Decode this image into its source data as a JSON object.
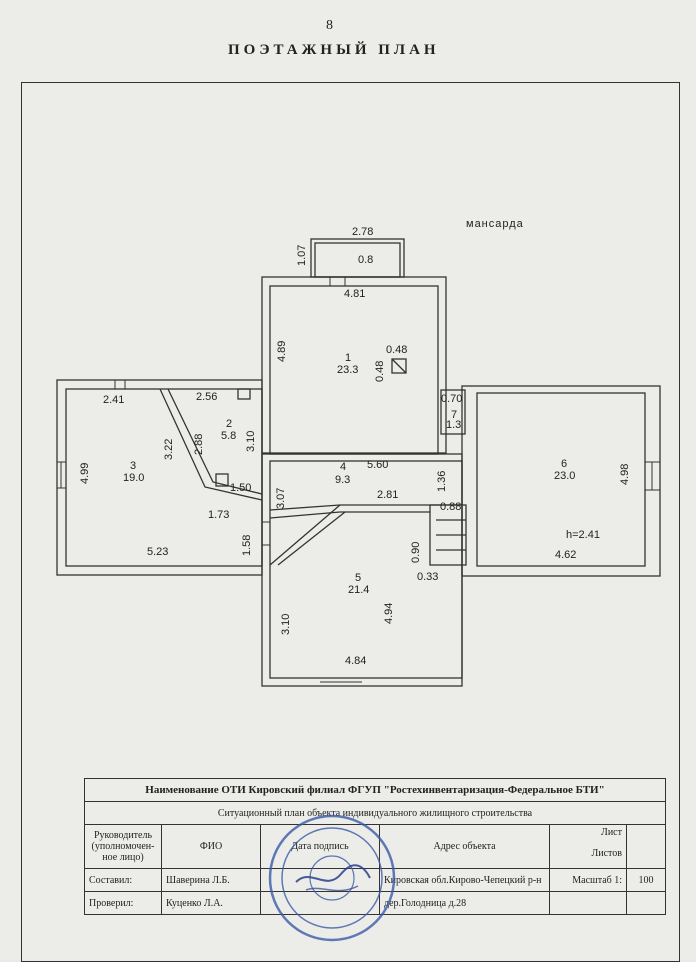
{
  "page_number": "8",
  "title": "ПОЭТАЖНЫЙ ПЛАН",
  "floor_label": "мансарда",
  "rooms": [
    {
      "id": "room-1",
      "number": "1",
      "area": "23.3"
    },
    {
      "id": "room-2",
      "number": "2",
      "area": "5.8"
    },
    {
      "id": "room-3",
      "number": "3",
      "area": "19.0"
    },
    {
      "id": "room-4",
      "number": "4",
      "area": "9.3"
    },
    {
      "id": "room-5",
      "number": "5",
      "area": "21.4"
    },
    {
      "id": "room-6",
      "number": "6",
      "area": "23.0"
    },
    {
      "id": "room-7",
      "number": "7",
      "area": "1.3"
    }
  ],
  "balcony_area": "0.8",
  "ceiling_height": "h=2.41",
  "dimensions": {
    "d278": "2.78",
    "d107": "1.07",
    "d481": "4.81",
    "d489": "4.89",
    "d048a": "0.48",
    "d048b": "0.48",
    "d241": "2.41",
    "d256": "2.56",
    "d322": "3.22",
    "d288": "2.88",
    "d310a": "3.10",
    "d499": "4.99",
    "d070": "0.70",
    "d560": "5.60",
    "d150": "1.50",
    "d307": "3.07",
    "d136": "1.36",
    "d281": "2.81",
    "d088": "0.88",
    "d173": "1.73",
    "d158": "1.58",
    "d523": "5.23",
    "d090": "0.90",
    "d033": "0.33",
    "d498": "4.98",
    "d462": "4.62",
    "d310b": "3.10",
    "d494": "4.94",
    "d484": "4.84"
  },
  "stamp": {
    "org_line": "Наименование ОТИ Кировский филиал ФГУП \"Ростехинвентаризация-Федеральное БТИ\"",
    "doc_line": "Ситуационный план объекта индивидуального жилищного строительства",
    "head_label": "Руководитель (уполномочен-ное лицо)",
    "fio_label": "ФИО",
    "sign_label": "Дата подпись",
    "address_label": "Адрес объекта",
    "sheet_label": "Лист",
    "sheets_label": "Листов",
    "composed_label": "Составил:",
    "composed_name": "Шаверина Л.Б.",
    "address_value_1": "Кировская обл.Кирово-Чепецкий р-н",
    "scale_label": "Масштаб 1:",
    "scale_value": "100",
    "checked_label": "Проверил:",
    "checked_name": "Куценко Л.А.",
    "address_value_2": "дер.Голодница д.28"
  }
}
